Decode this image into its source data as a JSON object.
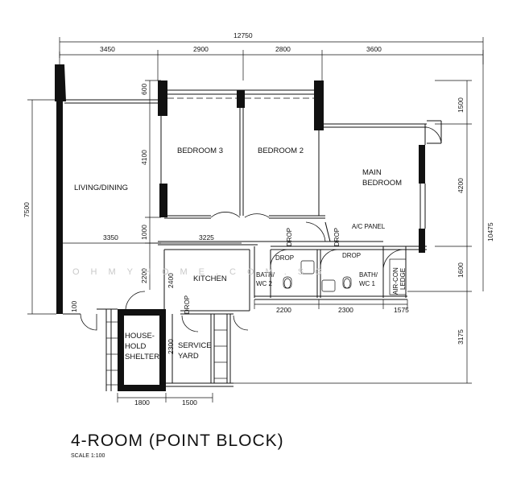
{
  "plan": {
    "title": "4-ROOM (POINT BLOCK)",
    "scale": "SCALE   1:100",
    "watermark": "OHMYHOME.COM.SG"
  },
  "dimensions": {
    "overall_width": "12750",
    "top": [
      "3450",
      "2900",
      "2800",
      "3600"
    ],
    "left_height": "7500",
    "mid_left": [
      "600",
      "4100",
      "1000",
      "2200",
      "100"
    ],
    "mid_row": [
      "3350",
      "3225"
    ],
    "kitchen_side": "2400",
    "yard_side": "2300",
    "lower_row": [
      "2200",
      "2300",
      "1575"
    ],
    "bottom": [
      "1800",
      "1500"
    ],
    "right": [
      "1500",
      "4200",
      "1600",
      "3175"
    ],
    "right_total": "10475"
  },
  "rooms": {
    "bedroom3": "BEDROOM 3",
    "bedroom2": "BEDROOM 2",
    "main_bedroom": [
      "MAIN",
      "BEDROOM"
    ],
    "living_dining": "LIVING/DINING",
    "kitchen": "KITCHEN",
    "bath2": [
      "BATH/",
      "WC 2"
    ],
    "bath1": [
      "BATH/",
      "WC 1"
    ],
    "shelter": [
      "HOUSE-",
      "HOLD",
      "SHELTER"
    ],
    "service_yard": [
      "SERVICE",
      "YARD"
    ],
    "ac_panel": "A/C PANEL",
    "aircon_ledge": [
      "AIR-CON",
      "LEDGE"
    ],
    "drop": "DROP"
  }
}
